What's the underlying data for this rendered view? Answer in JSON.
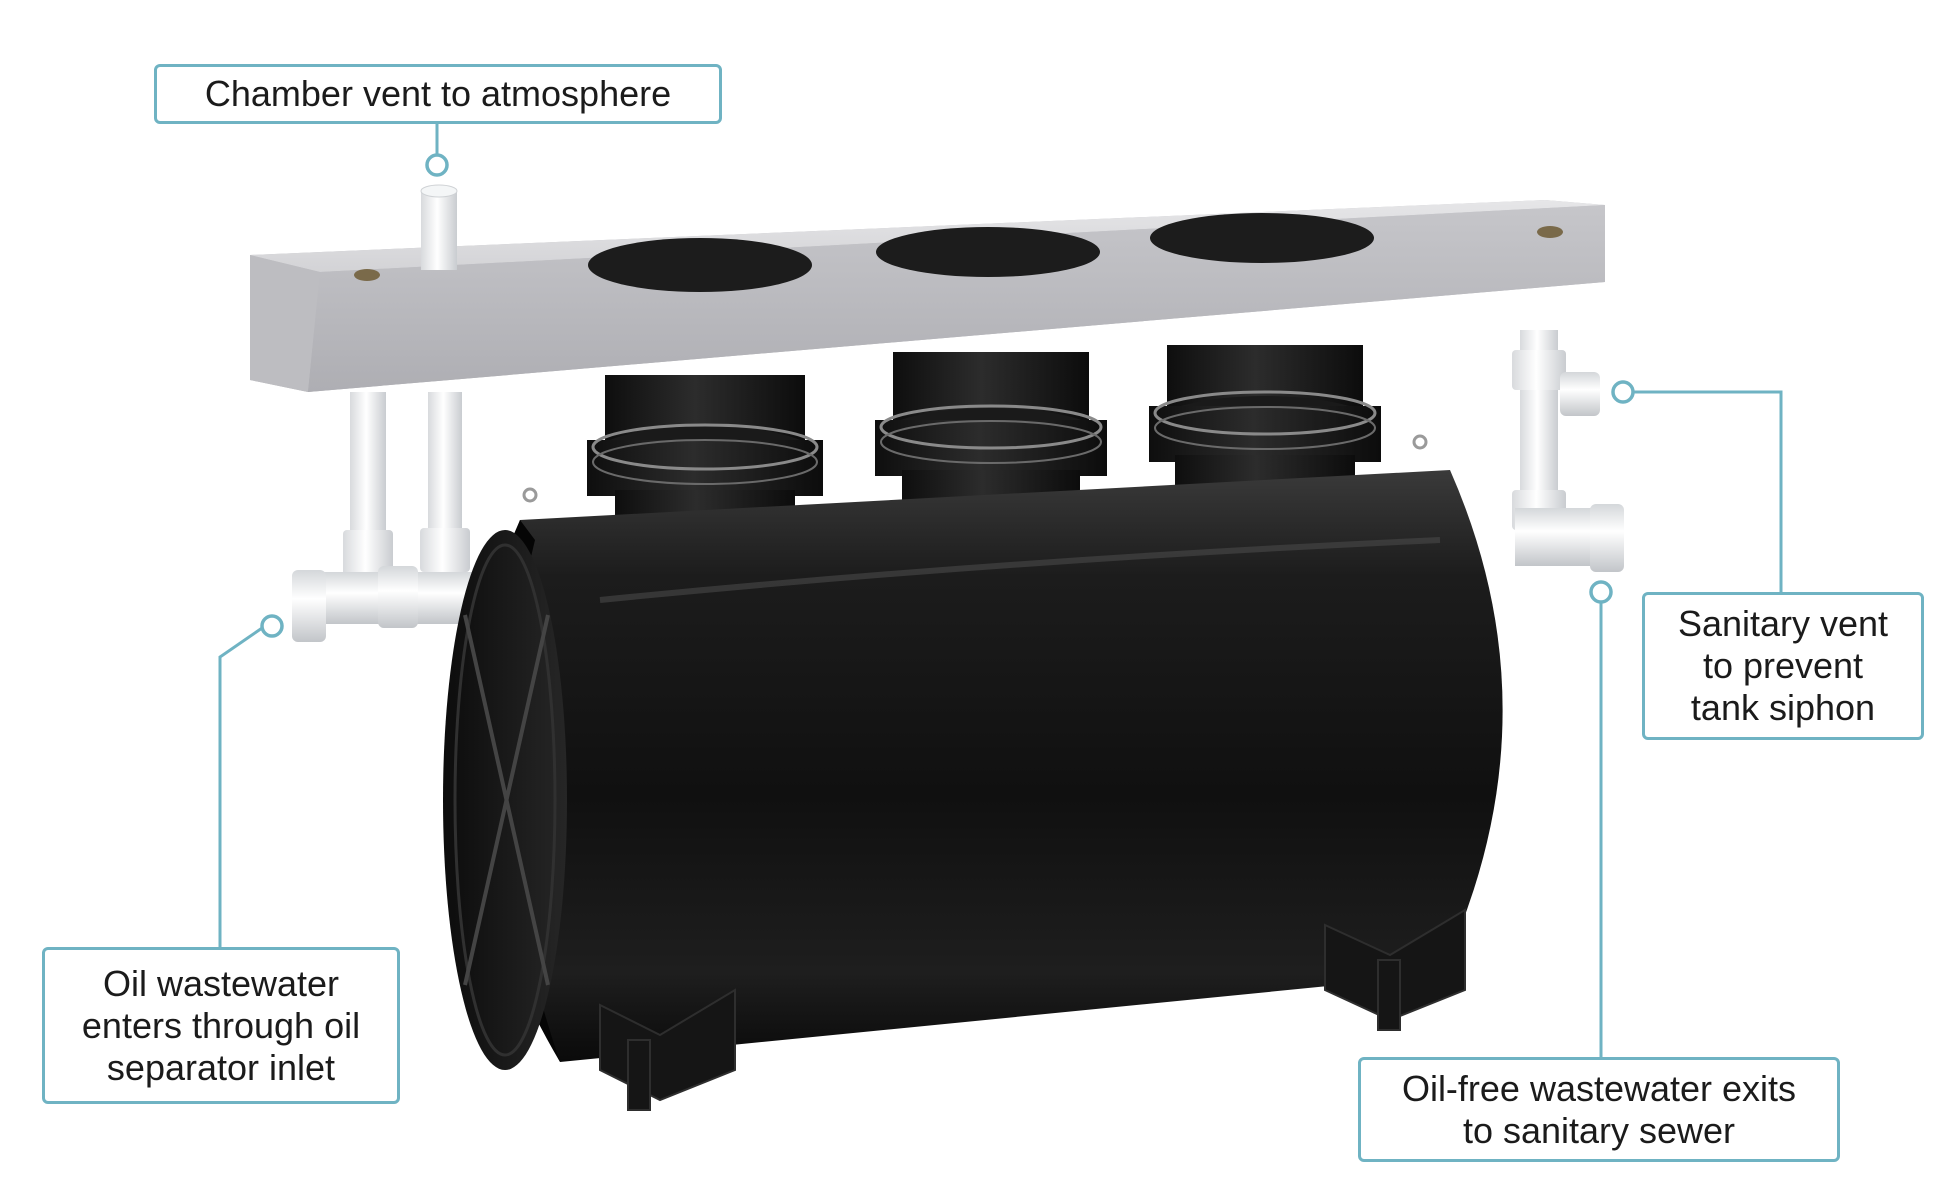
{
  "colors": {
    "accent_teal": "#6fb3c3",
    "tank_black": "#141414",
    "slab_grey": "#d6d6d8",
    "pipe_white": "#eef0f2"
  },
  "diagram": {
    "subject": "oil separator tank with three access risers under a concrete cover slab",
    "callouts": {
      "chamber_vent": {
        "lines": [
          "Chamber vent to atmosphere"
        ]
      },
      "sanitary_vent": {
        "lines": [
          "Sanitary vent",
          "to prevent",
          "tank siphon"
        ]
      },
      "inlet": {
        "lines": [
          "Oil wastewater",
          "enters through oil",
          "separator inlet"
        ]
      },
      "outlet": {
        "lines": [
          "Oil-free wastewater exits",
          "to sanitary sewer"
        ]
      }
    }
  }
}
